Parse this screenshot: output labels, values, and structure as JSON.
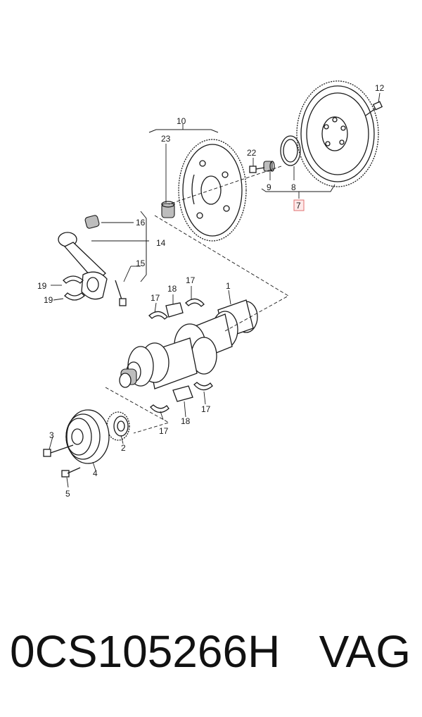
{
  "diagram": {
    "callouts": {
      "c1": "1",
      "c2": "2",
      "c3": "3",
      "c4": "4",
      "c5": "5",
      "c7": "7",
      "c8": "8",
      "c9": "9",
      "c10": "10",
      "c12": "12",
      "c14": "14",
      "c15": "15",
      "c16": "16",
      "c17a": "17",
      "c17b": "17",
      "c17c": "17",
      "c17d": "17",
      "c18a": "18",
      "c18b": "18",
      "c19a": "19",
      "c19b": "19",
      "c22": "22",
      "c23": "23"
    },
    "highlight_color": "#e07070"
  },
  "caption": {
    "part_number": "0CS105266H",
    "brand": "VAG"
  }
}
